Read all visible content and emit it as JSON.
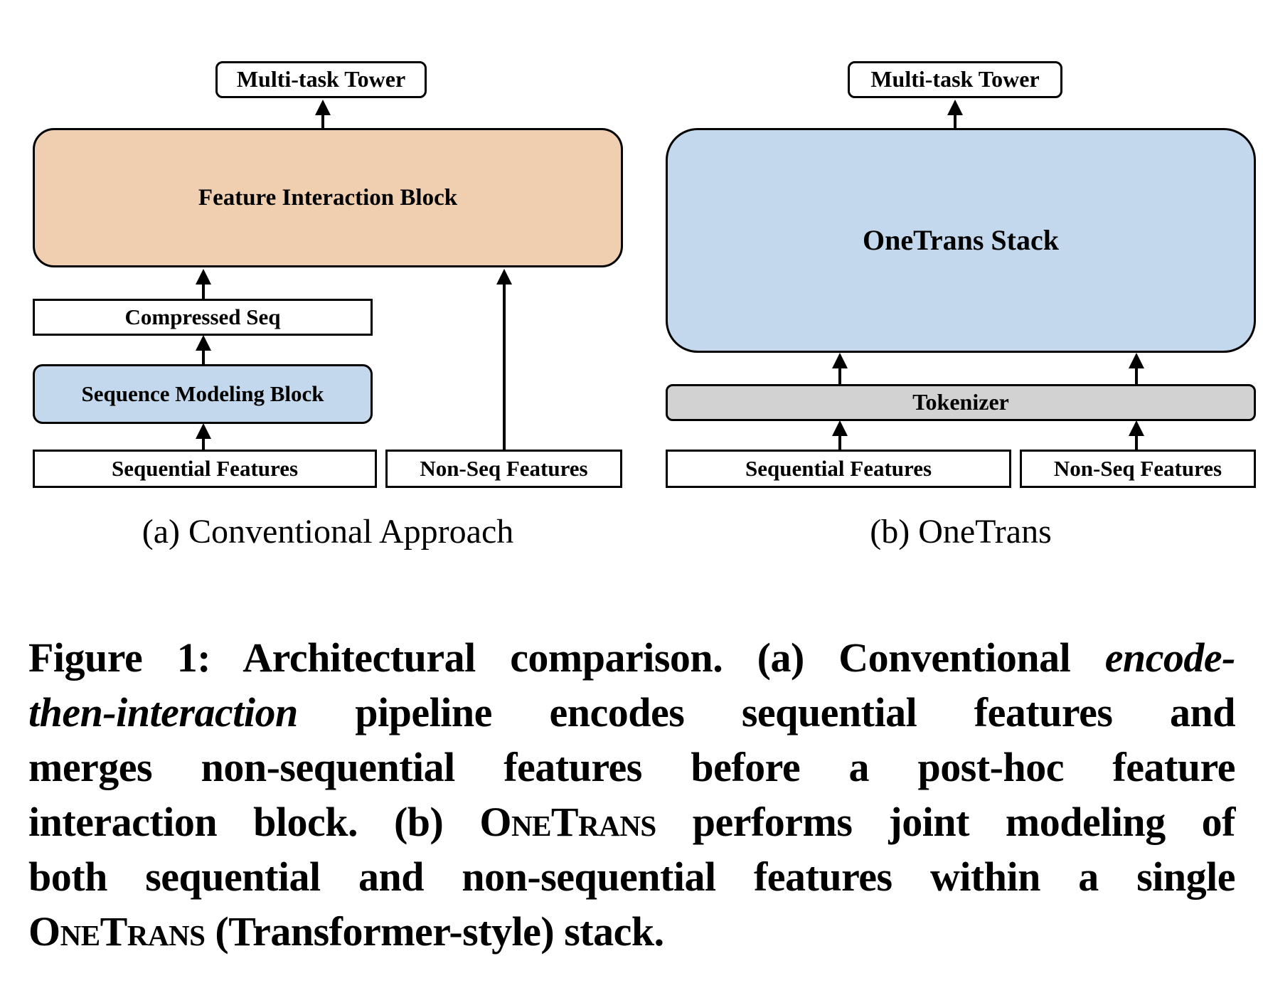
{
  "diagram_a": {
    "tower": "Multi-task Tower",
    "feature_interaction": "Feature Interaction Block",
    "compressed_seq": "Compressed Seq",
    "sequence_modeling": "Sequence Modeling Block",
    "sequential_features": "Sequential Features",
    "non_seq_features": "Non-Seq Features",
    "caption": "(a) Conventional Approach"
  },
  "diagram_b": {
    "tower": "Multi-task Tower",
    "stack": "OneTrans Stack",
    "tokenizer": "Tokenizer",
    "sequential_features": "Sequential Features",
    "non_seq_features": "Non-Seq Features",
    "caption": "(b) OneTrans"
  },
  "figure_caption": {
    "lines": [
      {
        "parts": [
          {
            "text": "Figure 1: Architectural comparison. (a) Conventional ",
            "style": "normal"
          },
          {
            "text": "encode-",
            "style": "italic"
          }
        ]
      },
      {
        "parts": [
          {
            "text": "then-interaction",
            "style": "italic"
          },
          {
            "text": " pipeline encodes sequential features and",
            "style": "normal"
          }
        ]
      },
      {
        "parts": [
          {
            "text": "merges non-sequential features before a post-hoc feature",
            "style": "normal"
          }
        ]
      },
      {
        "parts": [
          {
            "text": "interaction block. (b) ",
            "style": "normal"
          },
          {
            "text": "OneTrans",
            "style": "smallcaps"
          },
          {
            "text": " performs joint modeling of",
            "style": "normal"
          }
        ]
      },
      {
        "parts": [
          {
            "text": "both sequential and non-sequential features within a single",
            "style": "normal"
          }
        ]
      },
      {
        "parts": [
          {
            "text": "OneTrans",
            "style": "smallcaps"
          },
          {
            "text": " (Transformer-style) stack.",
            "style": "normal"
          }
        ]
      }
    ]
  },
  "colors": {
    "feature_interaction_fill": "#F0CFB0",
    "sequence_modeling_fill": "#C3D8EC",
    "onetrans_stack_fill": "#C3D8EC",
    "tokenizer_fill": "#D2D2D2",
    "box_border": "#000000",
    "arrow": "#000000",
    "background": "#FFFFFF"
  }
}
